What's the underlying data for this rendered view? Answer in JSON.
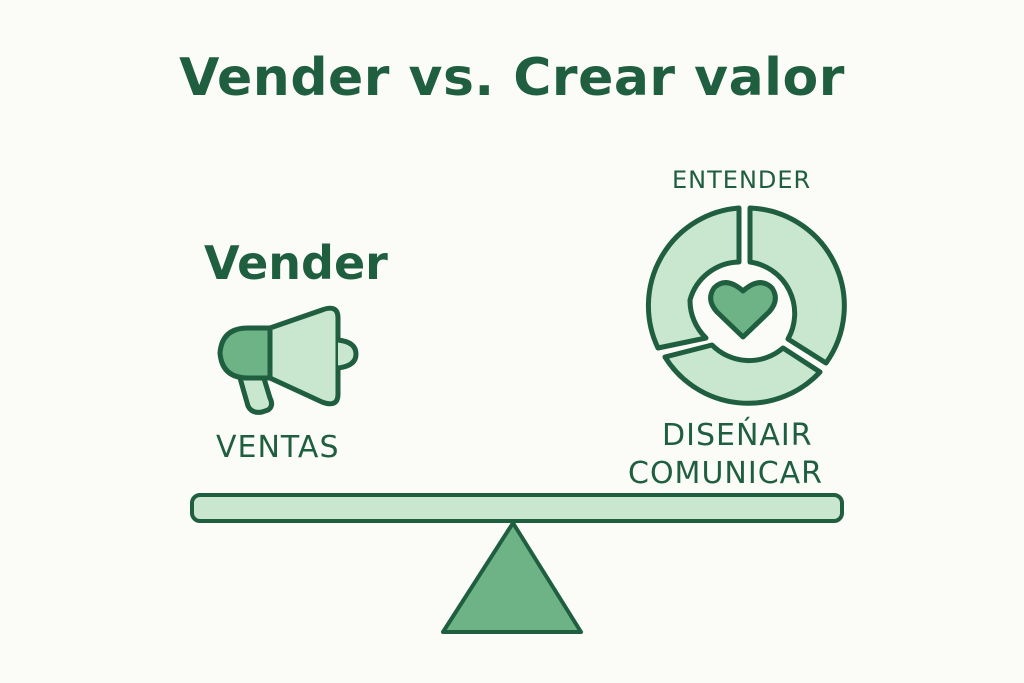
{
  "title": "Vender vs. Crear valor",
  "left": {
    "heading": "Vender",
    "icon": "megaphone-icon",
    "label": "VENTAS"
  },
  "right": {
    "top_label": "ENTENDER",
    "icon": "heart-cycle-icon",
    "labels": [
      "DISEŃAIR",
      "COMUNICAR"
    ]
  },
  "colors": {
    "dark_green": "#1f5e3f",
    "mid_green": "#6db386",
    "light_green": "#c9e6cf",
    "background": "#fbfbf7"
  }
}
